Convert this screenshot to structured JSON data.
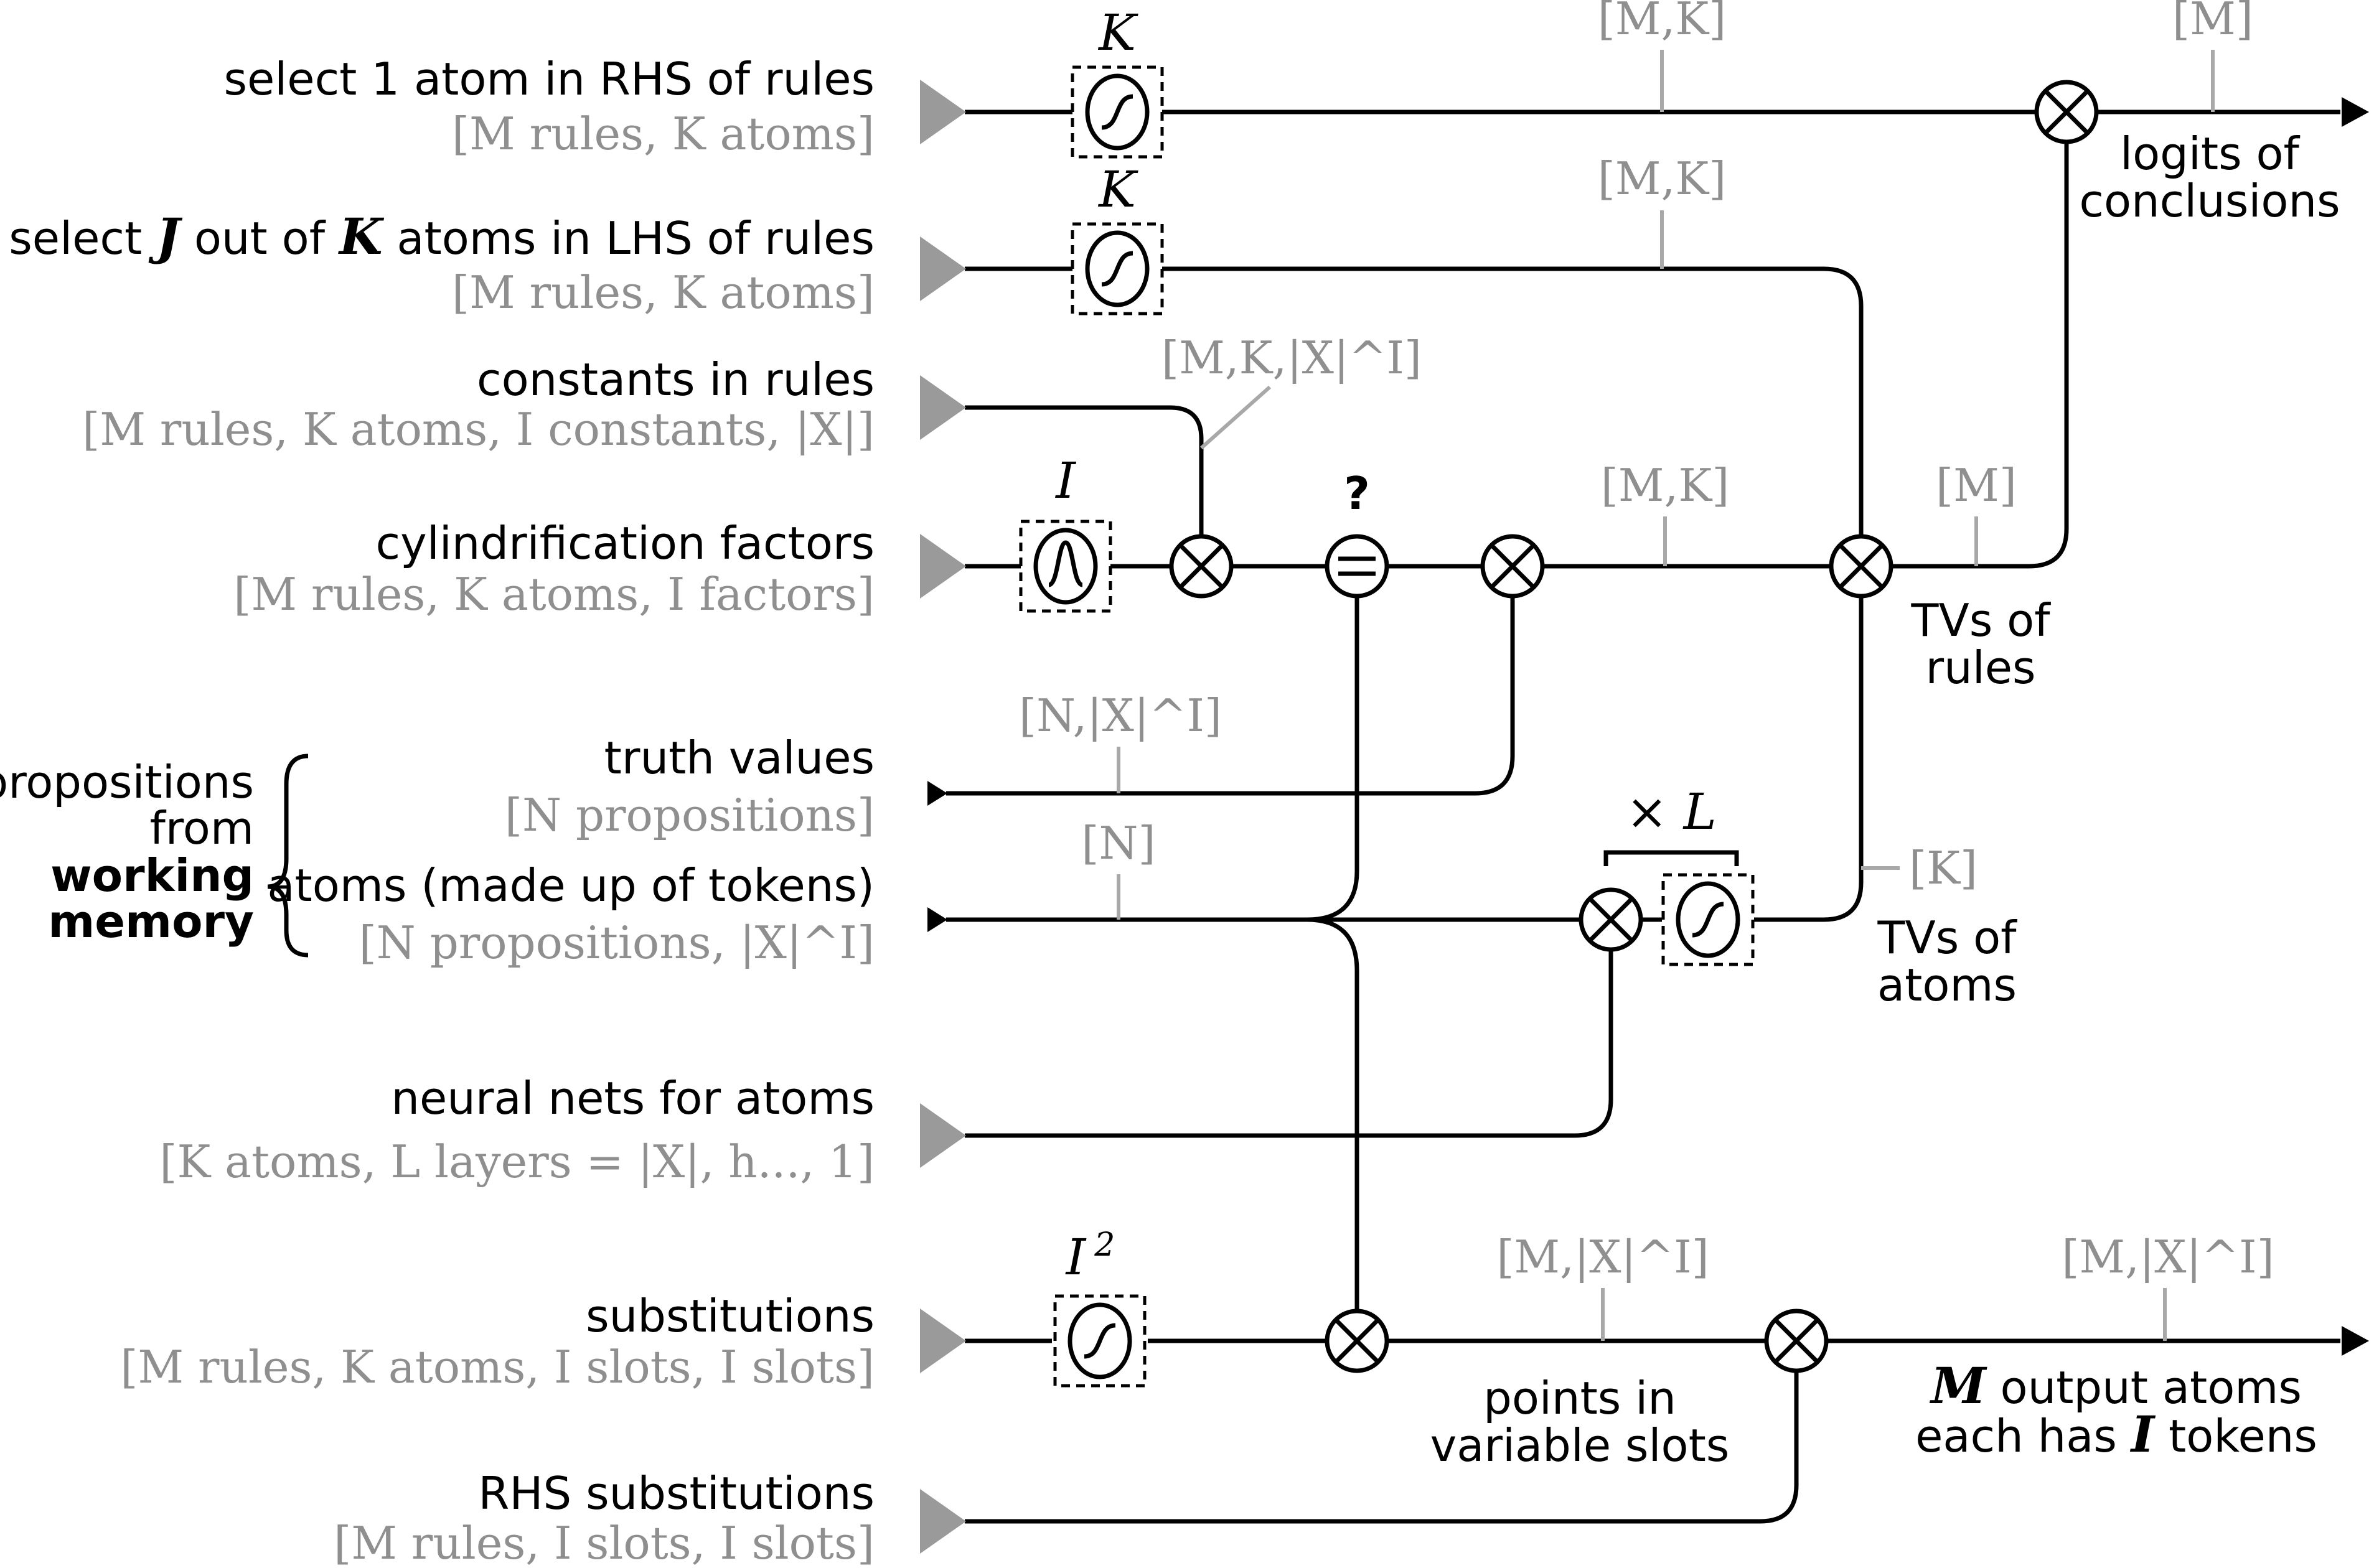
{
  "inputs": [
    {
      "label": "select 1 atom in RHS of rules",
      "dims": "[M rules, K atoms]"
    },
    {
      "label_pre": "select ",
      "label_j": "J",
      "label_mid": " out of ",
      "label_k": "K",
      "label_post": " atoms in LHS of rules",
      "dims": "[M rules, K atoms]"
    },
    {
      "label": "constants in rules",
      "dims": "[M rules, K atoms, I constants, |X|]"
    },
    {
      "label": "cylindrification factors",
      "dims": "[M rules, K atoms, I factors]"
    },
    {
      "label": "truth values",
      "dims": "[N propositions]"
    },
    {
      "label": "atoms (made up of tokens)",
      "dims": "[N propositions, |X|^I]"
    },
    {
      "label": "neural nets for atoms",
      "dims": "[K atoms, L layers = |X|, h..., 1]"
    },
    {
      "label": "substitutions",
      "dims": "[M rules, K atoms, I slots, I slots]"
    },
    {
      "label": "RHS substitutions",
      "dims": "[M rules, I slots, I slots]"
    }
  ],
  "group": {
    "line1": "propositions",
    "line2": "from",
    "line3": "working",
    "line4": "memory"
  },
  "box_labels": {
    "k1": "K",
    "k2": "K",
    "i": "I",
    "i2": "I",
    "i2_exp": "2"
  },
  "equals_label": "?",
  "layers_label": "× L",
  "shape_tags": {
    "t1": "[M,K]",
    "t2": "[M]",
    "t3": "[M,K]",
    "t4": "[M,K,|X|^I]",
    "t5": "[M,K]",
    "t6": "[M]",
    "t7": "[N,|X|^I]",
    "t8": "[N]",
    "t9": "[K]",
    "t10": "[M,|X|^I]",
    "t11": "[M,|X|^I]"
  },
  "outputs": {
    "logits_1": "logits of",
    "logits_2": "conclusions",
    "tvr_1": "TVs of",
    "tvr_2": "rules",
    "tva_1": "TVs of",
    "tva_2": "atoms",
    "pts_1": "points in",
    "pts_2": "variable slots",
    "out_1_m": "M",
    "out_1": " output atoms",
    "out_2_pre": "each has ",
    "out_2_i": "I",
    "out_2_post": " tokens"
  }
}
